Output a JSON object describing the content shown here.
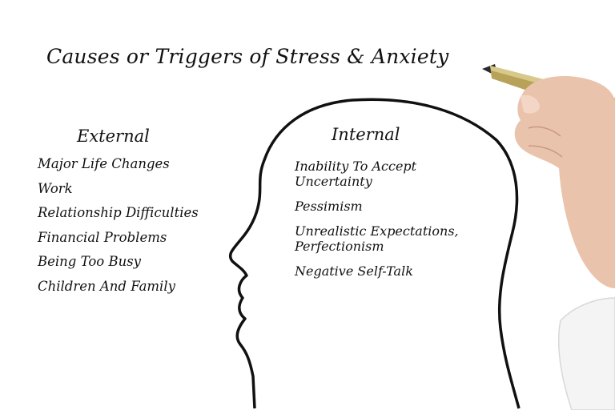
{
  "title": "Causes or Triggers of Stress & Anxiety",
  "external": {
    "heading": "External",
    "items": [
      "Major Life Changes",
      "Work",
      "Relationship Difficulties",
      "Financial Problems",
      "Being Too Busy",
      "Children And Family"
    ]
  },
  "internal": {
    "heading": "Internal",
    "items": [
      [
        "Inability To Accept",
        "Uncertainty"
      ],
      [
        "Pessimism"
      ],
      [
        "Unrealistic Expectations,",
        "Perfectionism"
      ],
      [
        "Negative Self-Talk"
      ]
    ]
  },
  "colors": {
    "ink": "#111111",
    "pen_gold": "#b8a25a",
    "skin": "#eac3ad",
    "sleeve": "#f4f4f4"
  },
  "icons": [
    "head-profile-outline",
    "hand-holding-pen"
  ]
}
